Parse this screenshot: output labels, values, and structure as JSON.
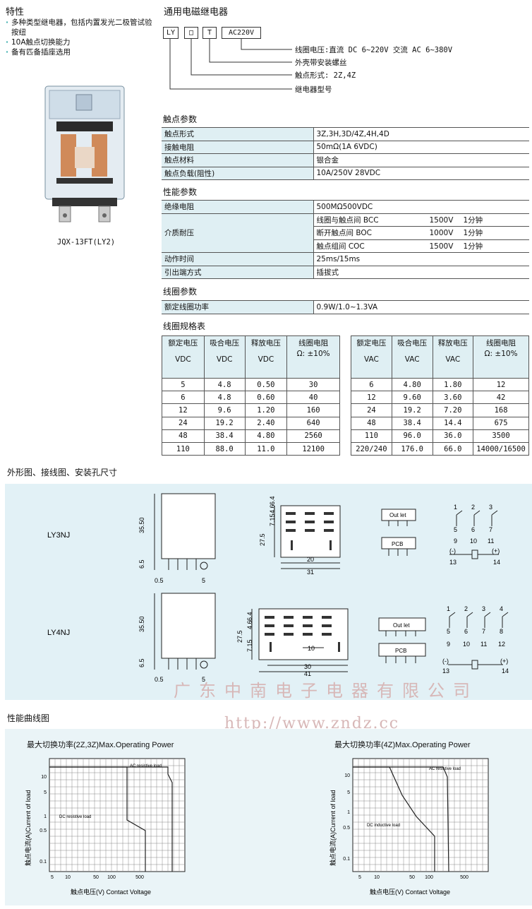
{
  "features": {
    "heading": "特性",
    "items": [
      "多种类型继电器，包括内置发光二极管试验按纽",
      "10A触点切换能力",
      "备有匹备插座选用"
    ]
  },
  "product": {
    "caption": "JQX-13FT(LY2)"
  },
  "coding": {
    "title": "通用电磁继电器",
    "boxes": [
      "LY",
      "□",
      "T",
      "AC220V"
    ],
    "labels": [
      "线圈电压:直流 DC 6~220V  交流 AC 6~380V",
      "外壳带安装螺丝",
      "触点形式:  2Z,4Z",
      "继电器型号"
    ]
  },
  "contact_params": {
    "heading": "触点参数",
    "rows": [
      {
        "k": "触点形式",
        "v": "3Z,3H,3D/4Z,4H,4D"
      },
      {
        "k": "接触电阻",
        "v": "50mΩ(1A 6VDC)"
      },
      {
        "k": "触点材料",
        "v": "银合金"
      },
      {
        "k": "触点负载(阻性)",
        "v": "10A/250V  28VDC"
      }
    ]
  },
  "performance": {
    "heading": "性能参数",
    "insulation_k": "绝缘电阻",
    "insulation_v": "500MΩ500VDC",
    "dielectric_k": "介质耐压",
    "dielectric": [
      {
        "a": "线圈与触点间 BCC",
        "b": "1500V",
        "c": "1分钟"
      },
      {
        "a": "断开触点间 BOC",
        "b": "1000V",
        "c": "1分钟"
      },
      {
        "a": "触点组间 COC",
        "b": "1500V",
        "c": "1分钟"
      }
    ],
    "action_k": "动作时间",
    "action_v": "25ms/15ms",
    "term_k": "引出端方式",
    "term_v": "插拔式"
  },
  "coil_params": {
    "heading": "线圈参数",
    "k": "额定线圈功率",
    "v": "0.9W/1.0~1.3VA"
  },
  "coil_table": {
    "heading": "线圈规格表",
    "dc_headers": [
      [
        "额定电压",
        "VDC"
      ],
      [
        "吸合电压",
        "VDC"
      ],
      [
        "释放电压",
        "VDC"
      ],
      [
        "线圈电阻",
        "Ω: ±10%"
      ]
    ],
    "dc_rows": [
      [
        "5",
        "4.8",
        "0.50",
        "30"
      ],
      [
        "6",
        "4.8",
        "0.60",
        "40"
      ],
      [
        "12",
        "9.6",
        "1.20",
        "160"
      ],
      [
        "24",
        "19.2",
        "2.40",
        "640"
      ],
      [
        "48",
        "38.4",
        "4.80",
        "2560"
      ],
      [
        "110",
        "88.0",
        "11.0",
        "12100"
      ]
    ],
    "ac_headers": [
      [
        "额定电压",
        "VAC"
      ],
      [
        "吸合电压",
        "VAC"
      ],
      [
        "释放电压",
        "VAC"
      ],
      [
        "线圈电阻",
        "Ω: ±10%"
      ]
    ],
    "ac_rows": [
      [
        "6",
        "4.80",
        "1.80",
        "12"
      ],
      [
        "12",
        "9.60",
        "3.60",
        "42"
      ],
      [
        "24",
        "19.2",
        "7.20",
        "168"
      ],
      [
        "48",
        "38.4",
        "14.4",
        "675"
      ],
      [
        "110",
        "96.0",
        "36.0",
        "3500"
      ],
      [
        "220/240",
        "176.0",
        "66.0",
        "14000/16500"
      ]
    ]
  },
  "dims": {
    "heading": "外形图、接线图、安装孔尺寸",
    "models": [
      "LY3NJ",
      "LY4NJ"
    ],
    "dim_labels": {
      "height": "35.50",
      "pin": "6.5",
      "pinw": "0.5",
      "five": "5",
      "a": "27.5",
      "b": "7.15",
      "c": "4.6",
      "d": "6.4",
      "w3a": "20",
      "w3b": "31",
      "w4a": "10",
      "w4b": "30",
      "w4c": "41"
    },
    "socket": {
      "outlet": "Out let",
      "pcb": "PCB"
    },
    "pins3": [
      "1",
      "2",
      "3",
      "5",
      "6",
      "7",
      "9",
      "10",
      "11",
      "13",
      "14",
      "(-)",
      "(+)"
    ],
    "pins4": [
      "1",
      "2",
      "3",
      "4",
      "5",
      "6",
      "7",
      "8",
      "9",
      "10",
      "11",
      "12",
      "13",
      "14",
      "(-)",
      "(+)"
    ],
    "watermark": "广东中南电子电器有限公司"
  },
  "curves": {
    "heading": "性能曲线图",
    "url": "http://www.zndz.cc",
    "charts": [
      {
        "title": "最大切换功率(2Z,3Z)Max.Operating Power",
        "ac": "AC resistive load",
        "dc": "DC resistive load",
        "xlabel": "触点电压(V) Contact Voltage",
        "ylabel": "触点电流(A)Current of load",
        "xticks": [
          "5",
          "10",
          "50",
          "100",
          "500"
        ],
        "yticks": [
          "10",
          "5",
          "1",
          "0.5",
          "0.1"
        ]
      },
      {
        "title": "最大切换功率(4Z)Max.Operating Power",
        "ac": "AC resistive load",
        "dc": "DC inductive load",
        "xlabel": "触点电压(V) Contact Voltage",
        "ylabel": "触点电流(A)Current of load",
        "xticks": [
          "5",
          "10",
          "50",
          "100",
          "500"
        ],
        "yticks": [
          "10",
          "5",
          "1",
          "0.5",
          "0.1"
        ]
      }
    ]
  }
}
